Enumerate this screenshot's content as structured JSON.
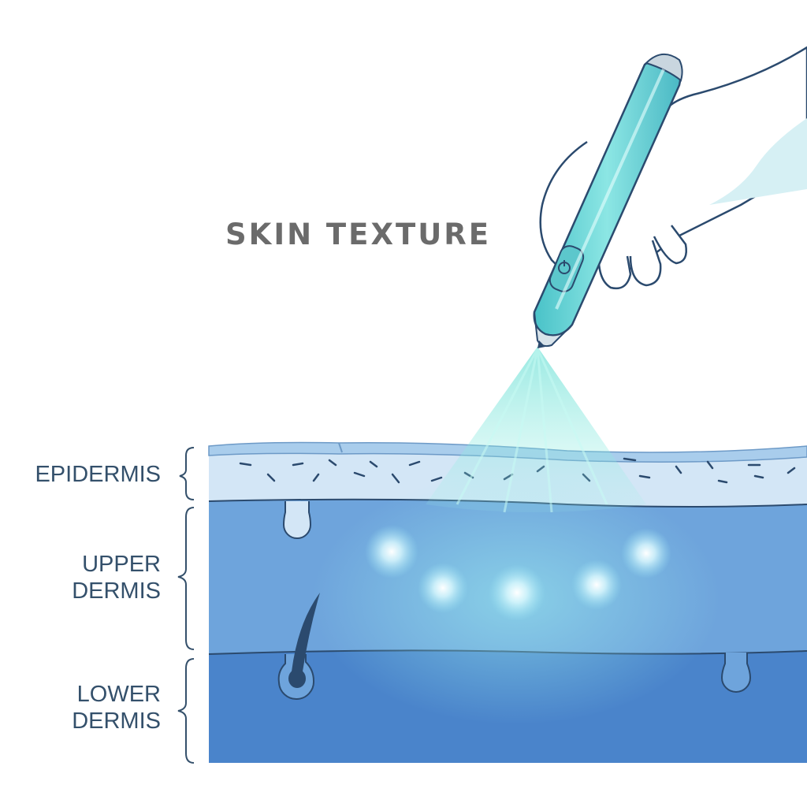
{
  "diagram": {
    "title": "SKIN TEXTURE",
    "layers": [
      {
        "line1": "EPIDERMIS",
        "line2": ""
      },
      {
        "line1": "UPPER",
        "line2": "DERMIS"
      },
      {
        "line1": "LOWER",
        "line2": "DERMIS"
      }
    ]
  },
  "colors": {
    "epidermis": "#d3e6f6",
    "epidermis_top": "#a9cdec",
    "upper_dermis": "#6ea4dc",
    "lower_dermis": "#4a84cb",
    "outline": "#2b4a6e",
    "pen_body": "#6fd3d6",
    "spray": "#7fe3dc",
    "glow": "#e8fbff"
  },
  "icons": [
    "microneedling-pen-icon",
    "hand-icon",
    "power-button-icon",
    "hair-follicle-icon"
  ]
}
